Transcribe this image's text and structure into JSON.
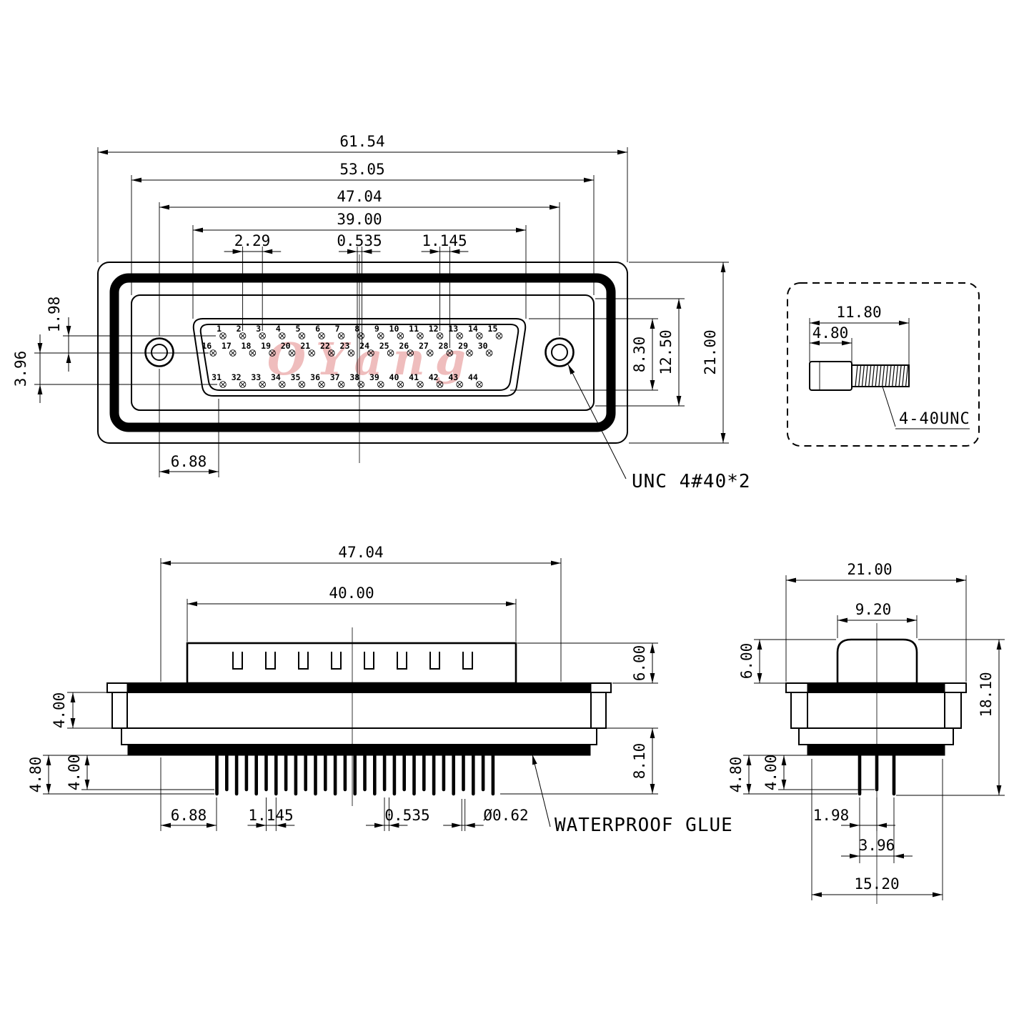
{
  "colors": {
    "line": "#000000",
    "watermark": "#d34444"
  },
  "watermark": "OYang",
  "front_view": {
    "dims": {
      "overall_width": "61.54",
      "outer_body_width": "53.05",
      "screw_span": "47.04",
      "insert_width": "39.00",
      "pin_pitch": "2.29",
      "row_offset": "0.535",
      "half_pitch": "1.145",
      "row_gap_small": "1.98",
      "row_gap_large": "3.96",
      "insert_height": "8.30",
      "body_height": "12.50",
      "overall_height": "21.00",
      "screw_to_pin": "6.88"
    },
    "screw_note": "UNC 4#40*2"
  },
  "screw_detail": {
    "dims": {
      "total_length": "11.80",
      "head_length": "4.80"
    },
    "thread_label": "4-40UNC"
  },
  "side_view": {
    "dims": {
      "shell_width": "47.04",
      "body_width": "40.00",
      "flange_thickness": "4.00",
      "shell_height": "6.00",
      "tail_height": "8.10",
      "pin_length_long": "4.80",
      "pin_length_short": "4.00",
      "edge_to_pin": "6.88",
      "half_pitch": "1.145",
      "row_offset": "0.535",
      "pin_diameter": "Ø0.62"
    },
    "glue_label": "WATERPROOF GLUE"
  },
  "end_view": {
    "dims": {
      "overall_width": "21.00",
      "shell_width": "9.20",
      "shell_height": "6.00",
      "overall_height": "18.10",
      "pin_length_long": "4.80",
      "pin_length_short": "4.00",
      "row_pitch_small": "1.98",
      "row_pitch_large": "3.96",
      "pin_field_width": "15.20"
    }
  },
  "pins": {
    "row1": [
      "1",
      "2",
      "3",
      "4",
      "5",
      "6",
      "7",
      "8",
      "9",
      "10",
      "11",
      "12",
      "13",
      "14",
      "15"
    ],
    "row2": [
      "16",
      "17",
      "18",
      "19",
      "20",
      "21",
      "22",
      "23",
      "24",
      "25",
      "26",
      "27",
      "28",
      "29",
      "30"
    ],
    "row3": [
      "31",
      "32",
      "33",
      "34",
      "35",
      "36",
      "37",
      "38",
      "39",
      "40",
      "41",
      "42",
      "43",
      "44"
    ]
  }
}
